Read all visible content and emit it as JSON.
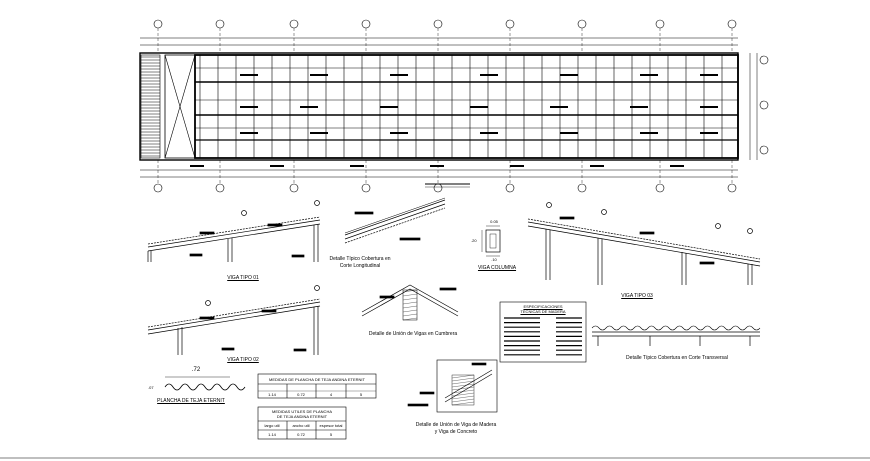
{
  "labels": {
    "viga_tipo_01": "VIGA TIPO 01",
    "viga_tipo_02": "VIGA TIPO 02",
    "viga_tipo_03": "VIGA TIPO 03",
    "viga_columna": "VIGA COLUMNA",
    "detalle_cobertura_long_1": "Detalle Típico Cobertura en",
    "detalle_cobertura_long_2": "Corte Longitudinal",
    "detalle_union_cumbrera": "Detalle de Unión de Vigas en Cumbrera",
    "detalle_cobertura_transversal": "Detalle Típico Cobertura en Corte Transversal",
    "detalle_union_concreto_1": "Detalle de Unión de Viga de Madera",
    "detalle_union_concreto_2": "y Viga de Concreto",
    "plancha_eternit": "PLANCHA DE TEJA ETERNIT",
    "plancha_dim_top": ".72",
    "plancha_dim_side": ".07",
    "col_dim_top": "0.05",
    "col_dim_side": ".20",
    "col_dim_bottom": ".10"
  },
  "specs": {
    "title_1": "ESPECIFICACIONES",
    "title_2": "TECNICAS DE MADERA"
  },
  "table1": {
    "title": "MEDIDAS DE PLANCHA DE TEJA ANDINA ETERNIT",
    "cells": [
      "1.14",
      "0.72",
      "4",
      "5"
    ]
  },
  "table2": {
    "title_1": "MEDIDAS UTILES DE PLANCHA",
    "title_2": "DE TEJA ANDINA ETERNIT",
    "headers": [
      "largo util",
      "ancho util",
      "espesor total"
    ],
    "cells": [
      "1.14",
      "0.72",
      "5"
    ]
  },
  "colors": {
    "ink": "#000000",
    "paper": "#ffffff"
  }
}
